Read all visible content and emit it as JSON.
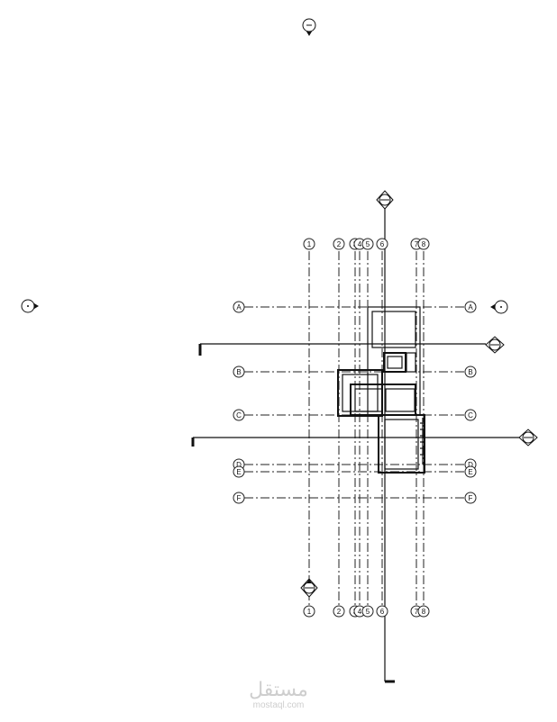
{
  "vertical_grids": [
    "1",
    "2",
    "3",
    "4",
    "5",
    "6",
    "7",
    "8"
  ],
  "horizontal_grids": [
    "A",
    "B",
    "C",
    "D",
    "E",
    "F"
  ],
  "watermark": {
    "arabic": "مستقل",
    "latin": "mostaql.com"
  },
  "colors": {
    "line": "#111111",
    "background": "#ffffff",
    "watermark": "#c9c9c9"
  }
}
